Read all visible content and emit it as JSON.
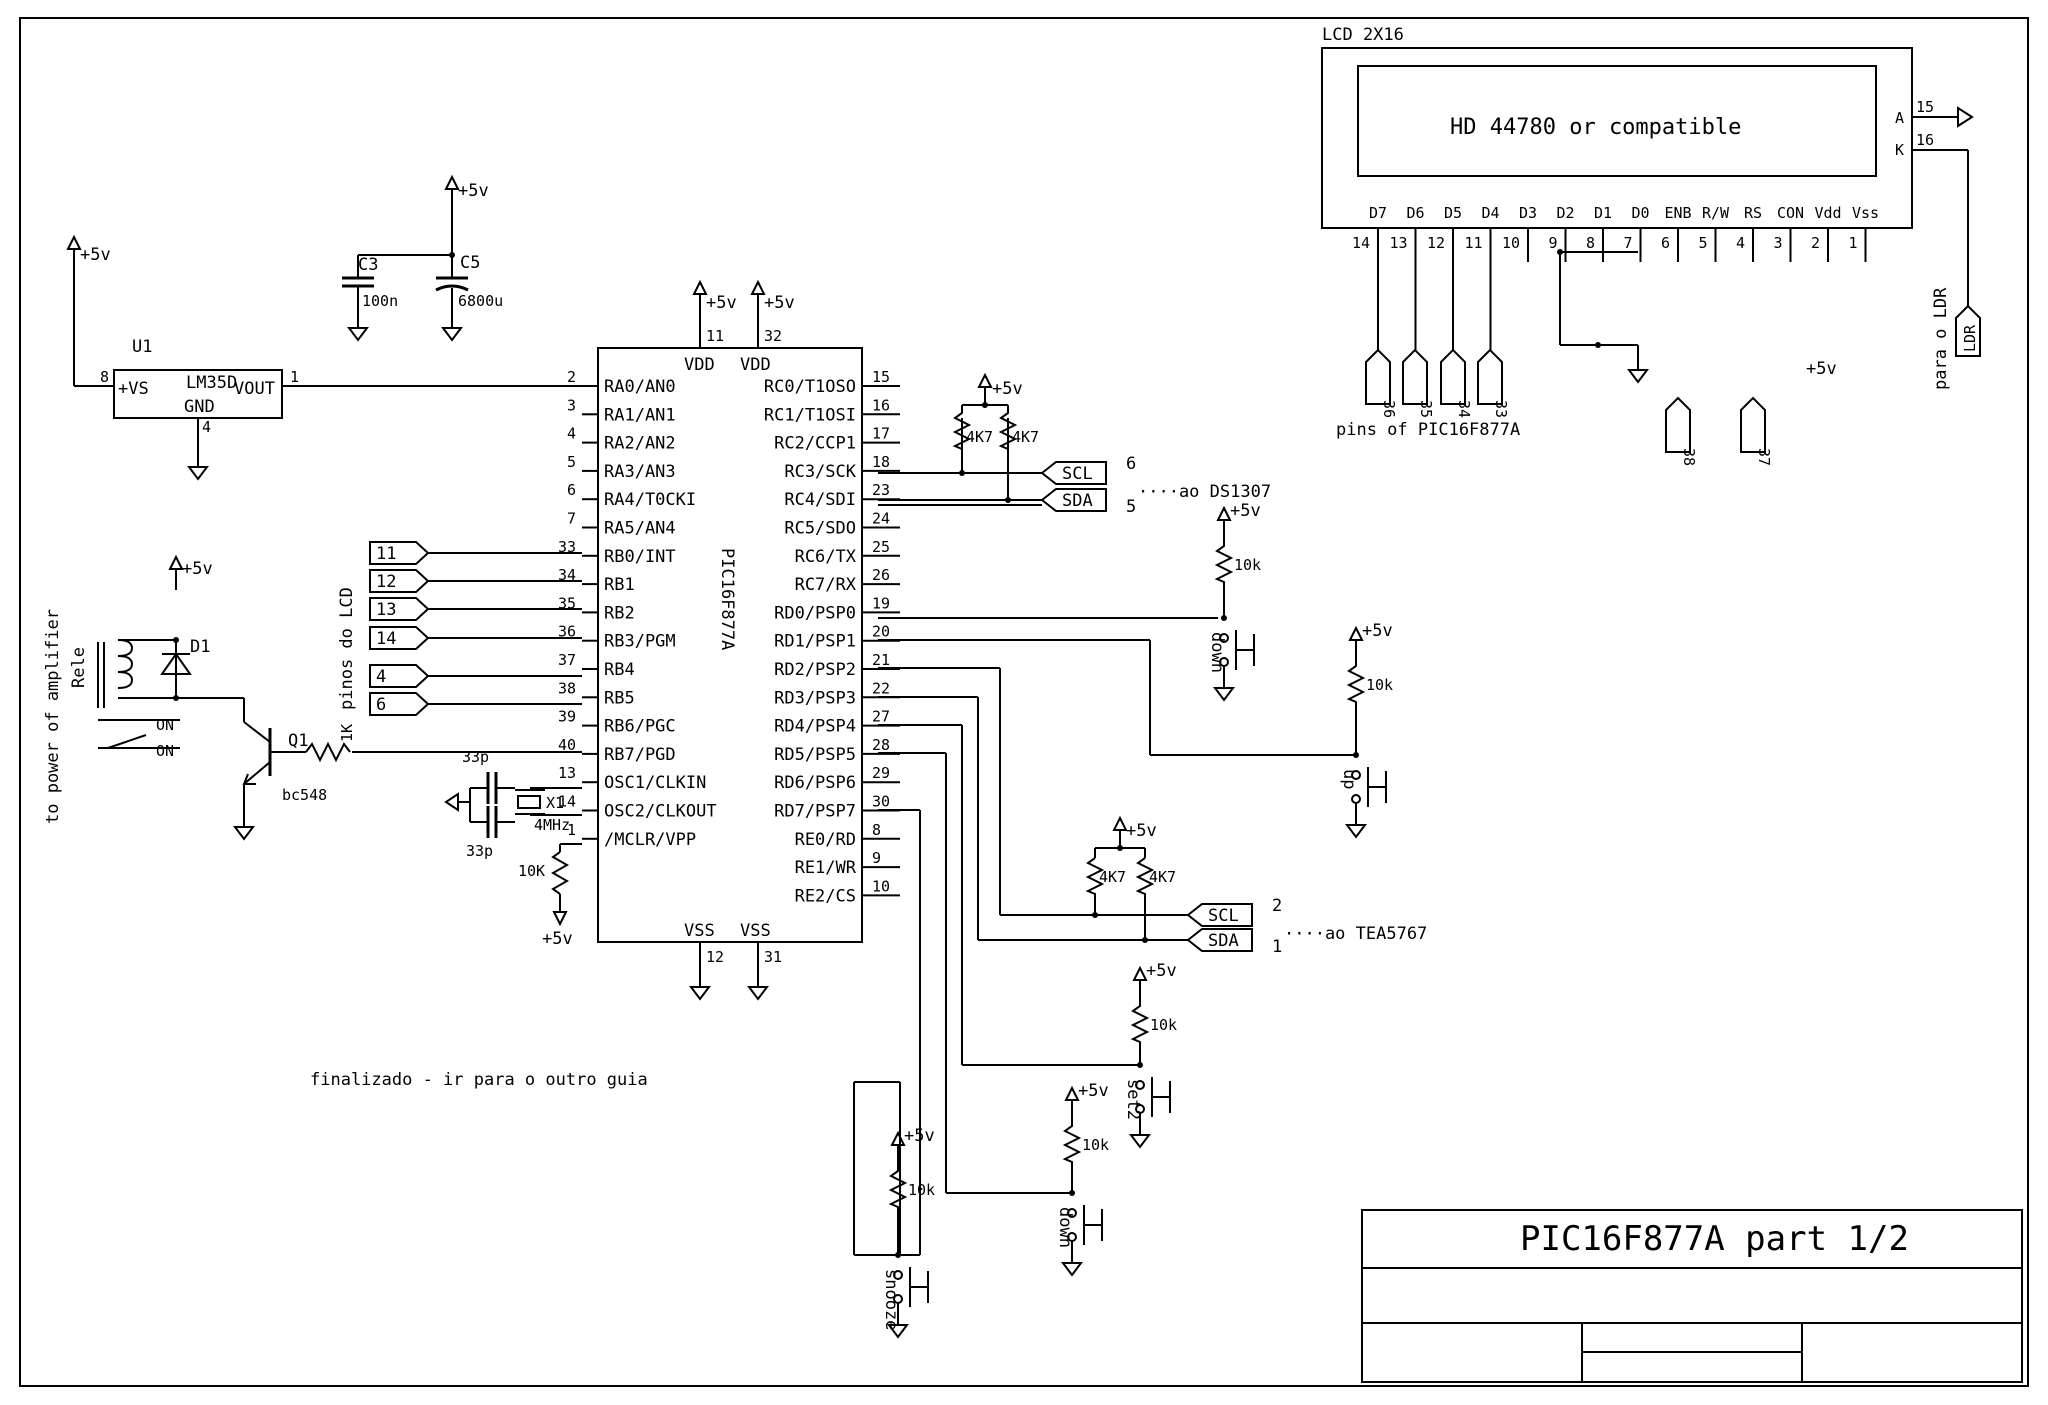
{
  "title_block": {
    "title": "PIC16F877A part 1/2"
  },
  "note": "finalizado - ir para o outro guia",
  "lcd": {
    "label": "LCD 2X16",
    "controller": "HD 44780 or compatible",
    "pin_names": [
      "D7",
      "D6",
      "D5",
      "D4",
      "D3",
      "D2",
      "D1",
      "D0",
      "ENB",
      "R/W",
      "RS",
      "CON",
      "Vdd",
      "Vss"
    ],
    "pin_numbers": [
      "14",
      "13",
      "12",
      "11",
      "10",
      "9",
      "8",
      "7",
      "6",
      "5",
      "4",
      "3",
      "2",
      "1"
    ],
    "backlight_pins": [
      {
        "name": "A",
        "num": "15"
      },
      {
        "name": "K",
        "num": "16"
      }
    ],
    "pic_pin_tags": [
      "36",
      "35",
      "34",
      "33",
      "38",
      "37"
    ],
    "pins_caption": "pins of  PIC16F877A",
    "ldr_tag": "LDR",
    "ldr_caption": "para o LDR",
    "vdd_supply": "+5v"
  },
  "pic": {
    "name": "PIC16F877A",
    "vdd_labels": [
      "VDD",
      "VDD"
    ],
    "vdd_pins": [
      "11",
      "32"
    ],
    "vss_labels": [
      "VSS",
      "VSS"
    ],
    "vss_pins": [
      "12",
      "31"
    ],
    "left_pins": [
      {
        "num": "2",
        "name": "RA0/AN0"
      },
      {
        "num": "3",
        "name": "RA1/AN1"
      },
      {
        "num": "4",
        "name": "RA2/AN2"
      },
      {
        "num": "5",
        "name": "RA3/AN3"
      },
      {
        "num": "6",
        "name": "RA4/T0CKI"
      },
      {
        "num": "7",
        "name": "RA5/AN4"
      },
      {
        "num": "33",
        "name": "RB0/INT"
      },
      {
        "num": "34",
        "name": "RB1"
      },
      {
        "num": "35",
        "name": "RB2"
      },
      {
        "num": "36",
        "name": "RB3/PGM"
      },
      {
        "num": "37",
        "name": "RB4"
      },
      {
        "num": "38",
        "name": "RB5"
      },
      {
        "num": "39",
        "name": "RB6/PGC"
      },
      {
        "num": "40",
        "name": "RB7/PGD"
      },
      {
        "num": "13",
        "name": "OSC1/CLKIN"
      },
      {
        "num": "14",
        "name": "OSC2/CLKOUT"
      },
      {
        "num": "1",
        "name": "/MCLR/VPP"
      }
    ],
    "right_pins": [
      {
        "num": "15",
        "name": "RC0/T1OSO"
      },
      {
        "num": "16",
        "name": "RC1/T1OSI"
      },
      {
        "num": "17",
        "name": "RC2/CCP1"
      },
      {
        "num": "18",
        "name": "RC3/SCK"
      },
      {
        "num": "23",
        "name": "RC4/SDI"
      },
      {
        "num": "24",
        "name": "RC5/SDO"
      },
      {
        "num": "25",
        "name": "RC6/TX"
      },
      {
        "num": "26",
        "name": "RC7/RX"
      },
      {
        "num": "19",
        "name": "RD0/PSP0"
      },
      {
        "num": "20",
        "name": "RD1/PSP1"
      },
      {
        "num": "21",
        "name": "RD2/PSP2"
      },
      {
        "num": "22",
        "name": "RD3/PSP3"
      },
      {
        "num": "27",
        "name": "RD4/PSP4"
      },
      {
        "num": "28",
        "name": "RD5/PSP5"
      },
      {
        "num": "29",
        "name": "RD6/PSP6"
      },
      {
        "num": "30",
        "name": "RD7/PSP7"
      },
      {
        "num": "8",
        "name": "RE0/RD"
      },
      {
        "num": "9",
        "name": "RE1/WR"
      },
      {
        "num": "10",
        "name": "RE2/CS"
      }
    ]
  },
  "lcd_connector_tags": [
    "11",
    "12",
    "13",
    "14",
    "4",
    "6"
  ],
  "lcd_connector_caption": "pinos do LCD",
  "sensor": {
    "ref": "U1",
    "name": "LM35D",
    "vs": "+VS",
    "gnd": "GND",
    "vout": "VOUT",
    "pins": [
      "8",
      "4",
      "1"
    ]
  },
  "caps": [
    {
      "ref": "C3",
      "value": "100n"
    },
    {
      "ref": "C5",
      "value": "6800u"
    }
  ],
  "supply": "+5v",
  "osc": {
    "crystal_ref": "X1",
    "freq": "4MHz",
    "cap_top": "33p",
    "cap_bot": "33p"
  },
  "mclr_res": "10K",
  "relay": {
    "name": "Rele",
    "diode": "D1",
    "contact_on": "ON",
    "contact_off": "ON",
    "caption": "to power of amplifier"
  },
  "transistor": {
    "ref": "Q1",
    "type": "bc548",
    "base_res": "1K"
  },
  "i2c": [
    {
      "scl": "SCL",
      "sda": "SDA",
      "pins": [
        "6",
        "5"
      ],
      "target": "ao DS1307",
      "pullups": [
        "4K7",
        "4K7"
      ]
    },
    {
      "scl": "SCL",
      "sda": "SDA",
      "pins": [
        "2",
        "1"
      ],
      "target": "ao TEA5767",
      "pullups": [
        "4K7",
        "4K7"
      ]
    }
  ],
  "buttons": [
    {
      "label": "down",
      "res": "10k"
    },
    {
      "label": "up",
      "res": "10k"
    },
    {
      "label": "set2",
      "res": "10k"
    },
    {
      "label": "down",
      "res": "10k"
    },
    {
      "label": "snooze",
      "res": "10k"
    }
  ]
}
